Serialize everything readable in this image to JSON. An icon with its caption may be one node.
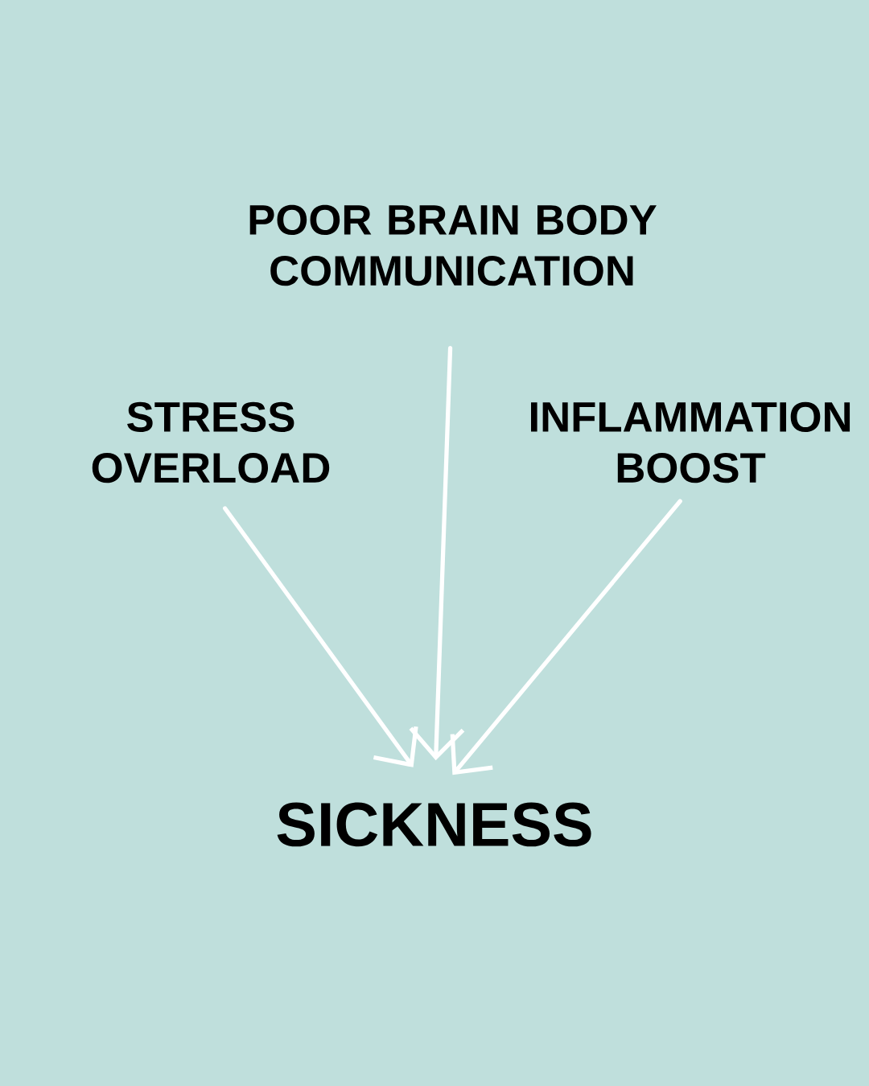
{
  "diagram": {
    "nodes": [
      {
        "text": [
          "POOR BRAIN BODY COMMUNICATION"
        ]
      },
      {
        "text": [
          "STRESS OVERLOAD"
        ]
      },
      {
        "text": [
          "INFLAMMATION BOOST"
        ]
      },
      {
        "text": [
          "SICKNESS"
        ]
      }
    ],
    "edges": [
      {
        "from": 1,
        "to": 3,
        "arrow": "to"
      },
      {
        "from": 0,
        "to": 3,
        "arrow": "to"
      },
      {
        "from": 2,
        "to": 3,
        "arrow": "to"
      }
    ]
  }
}
